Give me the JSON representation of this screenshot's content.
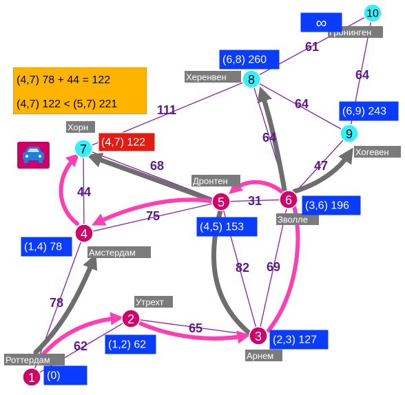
{
  "info_box": {
    "line1": "(4,7) 78 + 44 = 122",
    "line2": "(4,7) 122 < (5,7) 221"
  },
  "car_icon": "car-icon",
  "colors": {
    "node_visited": "#d4006a",
    "node_frontier": "#33f0ff",
    "edge_thin": "#8a1ca8",
    "edge_label": "#5a1a8c",
    "path_pink": "#ff3eb4",
    "path_gray": "#6e6e6e",
    "label_blue": "#0a3cff",
    "label_red": "#e31b12",
    "city_bg": "#7b7b7b",
    "info_bg": "#ffb400"
  },
  "nodes": [
    {
      "id": "1",
      "city": "Роттердам",
      "label": "(0)",
      "state": "visited"
    },
    {
      "id": "2",
      "city": "Утрехт",
      "label": "(1,2) 62",
      "state": "visited"
    },
    {
      "id": "3",
      "city": "Арнем",
      "label": "(2,3) 127",
      "state": "visited"
    },
    {
      "id": "4",
      "city": "Амстердам",
      "label": "(1,4) 78",
      "state": "visited"
    },
    {
      "id": "5",
      "city": "Дронтен",
      "label": "(4,5) 153",
      "state": "visited"
    },
    {
      "id": "6",
      "city": "Зволле",
      "label": "(3,6) 196",
      "state": "visited"
    },
    {
      "id": "7",
      "city": "Хорн",
      "label": "(4,7) 122",
      "state": "frontier",
      "label_style": "red"
    },
    {
      "id": "8",
      "city": "Херенвен",
      "label": "(6,8) 260",
      "state": "frontier"
    },
    {
      "id": "9",
      "city": "Хогевен",
      "label": "(6,9) 243",
      "state": "frontier"
    },
    {
      "id": "10",
      "city": "Гронинген",
      "label": "∞",
      "state": "frontier"
    }
  ],
  "edges": [
    {
      "from": "1",
      "to": "2",
      "weight": "62"
    },
    {
      "from": "1",
      "to": "4",
      "weight": "78"
    },
    {
      "from": "2",
      "to": "3",
      "weight": "65"
    },
    {
      "from": "3",
      "to": "5",
      "weight": "82"
    },
    {
      "from": "3",
      "to": "6",
      "weight": "69"
    },
    {
      "from": "4",
      "to": "5",
      "weight": "75"
    },
    {
      "from": "4",
      "to": "7",
      "weight": "44"
    },
    {
      "from": "5",
      "to": "6",
      "weight": "31"
    },
    {
      "from": "5",
      "to": "7",
      "weight": "68"
    },
    {
      "from": "6",
      "to": "8",
      "weight": "64"
    },
    {
      "from": "6",
      "to": "9",
      "weight": "47"
    },
    {
      "from": "7",
      "to": "8",
      "weight": "111"
    },
    {
      "from": "8",
      "to": "9",
      "weight": "64"
    },
    {
      "from": "8",
      "to": "10",
      "weight": "61"
    },
    {
      "from": "9",
      "to": "10",
      "weight": "64"
    }
  ]
}
